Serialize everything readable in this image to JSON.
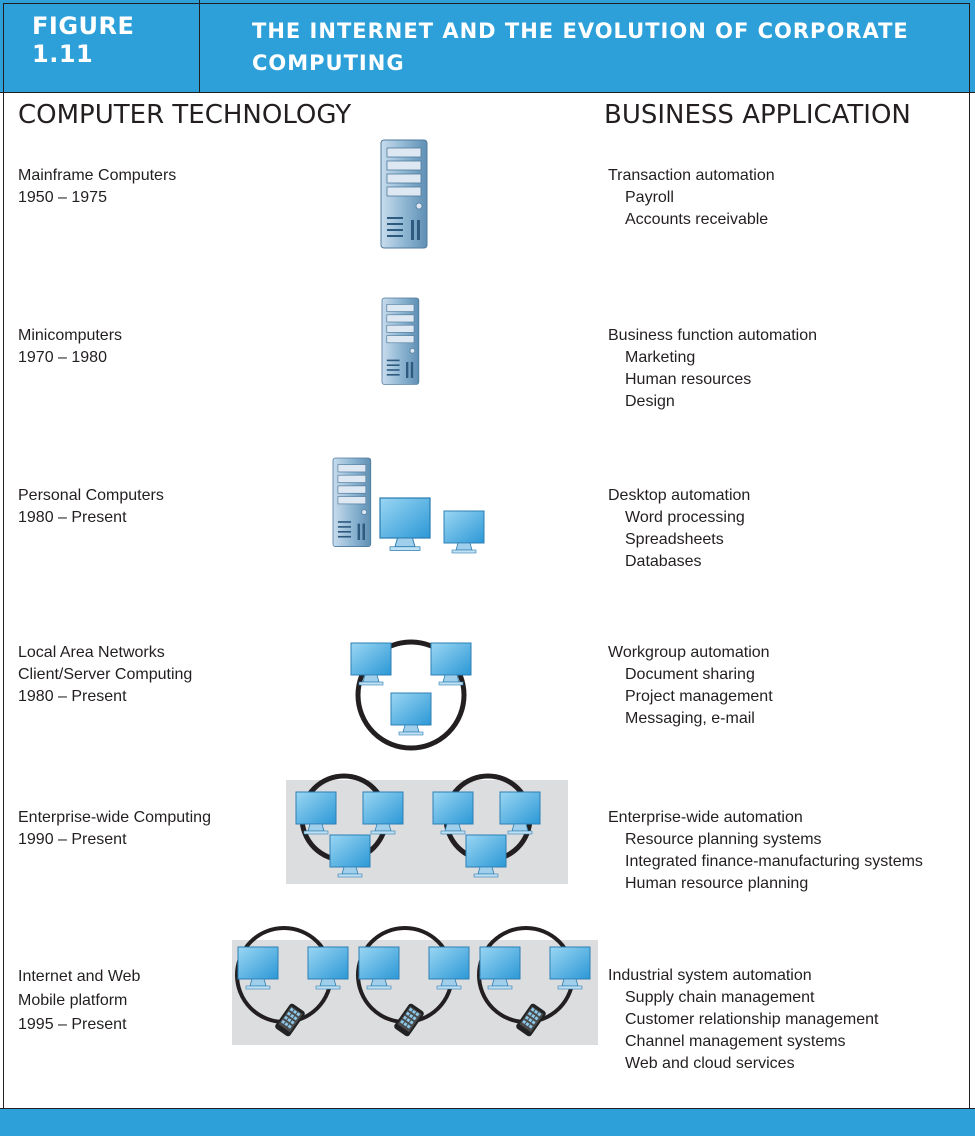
{
  "header": {
    "figure_label": "FIGURE 1.11",
    "title": "THE INTERNET AND THE EVOLUTION OF CORPORATE COMPUTING"
  },
  "columns": {
    "left": "COMPUTER TECHNOLOGY",
    "right": "BUSINESS APPLICATION"
  },
  "rows": [
    {
      "tech": [
        "Mainframe Computers",
        "1950 – 1975"
      ],
      "app": "Transaction automation",
      "items": [
        "Payroll",
        "Accounts receivable"
      ]
    },
    {
      "tech": [
        "Minicomputers",
        "1970 – 1980"
      ],
      "app": "Business function automation",
      "items": [
        "Marketing",
        "Human resources",
        "Design"
      ]
    },
    {
      "tech": [
        "Personal Computers",
        "1980 – Present"
      ],
      "app": "Desktop automation",
      "items": [
        "Word processing",
        "Spreadsheets",
        "Databases"
      ]
    },
    {
      "tech": [
        "Local Area Networks",
        "Client/Server Computing",
        "1980 – Present"
      ],
      "app": "Workgroup automation",
      "items": [
        "Document sharing",
        "Project management",
        "Messaging, e-mail"
      ]
    },
    {
      "tech": [
        "Enterprise-wide Computing",
        "1990 – Present"
      ],
      "app": "Enterprise-wide automation",
      "items": [
        "Resource planning systems",
        "Integrated finance-manufacturing systems",
        "Human resource planning"
      ]
    },
    {
      "tech": [
        "Internet and Web",
        "Mobile platform",
        "1995 – Present"
      ],
      "app": "Industrial system automation",
      "items": [
        "Supply chain management",
        "Customer relationship management",
        "Channel management systems",
        "Web and cloud services"
      ]
    }
  ],
  "colors": {
    "accent": "#2ea0d9",
    "screen": "#4fb3e6",
    "server": "#8fb7d3",
    "panel": "#dcdddf",
    "ink": "#231f20"
  }
}
